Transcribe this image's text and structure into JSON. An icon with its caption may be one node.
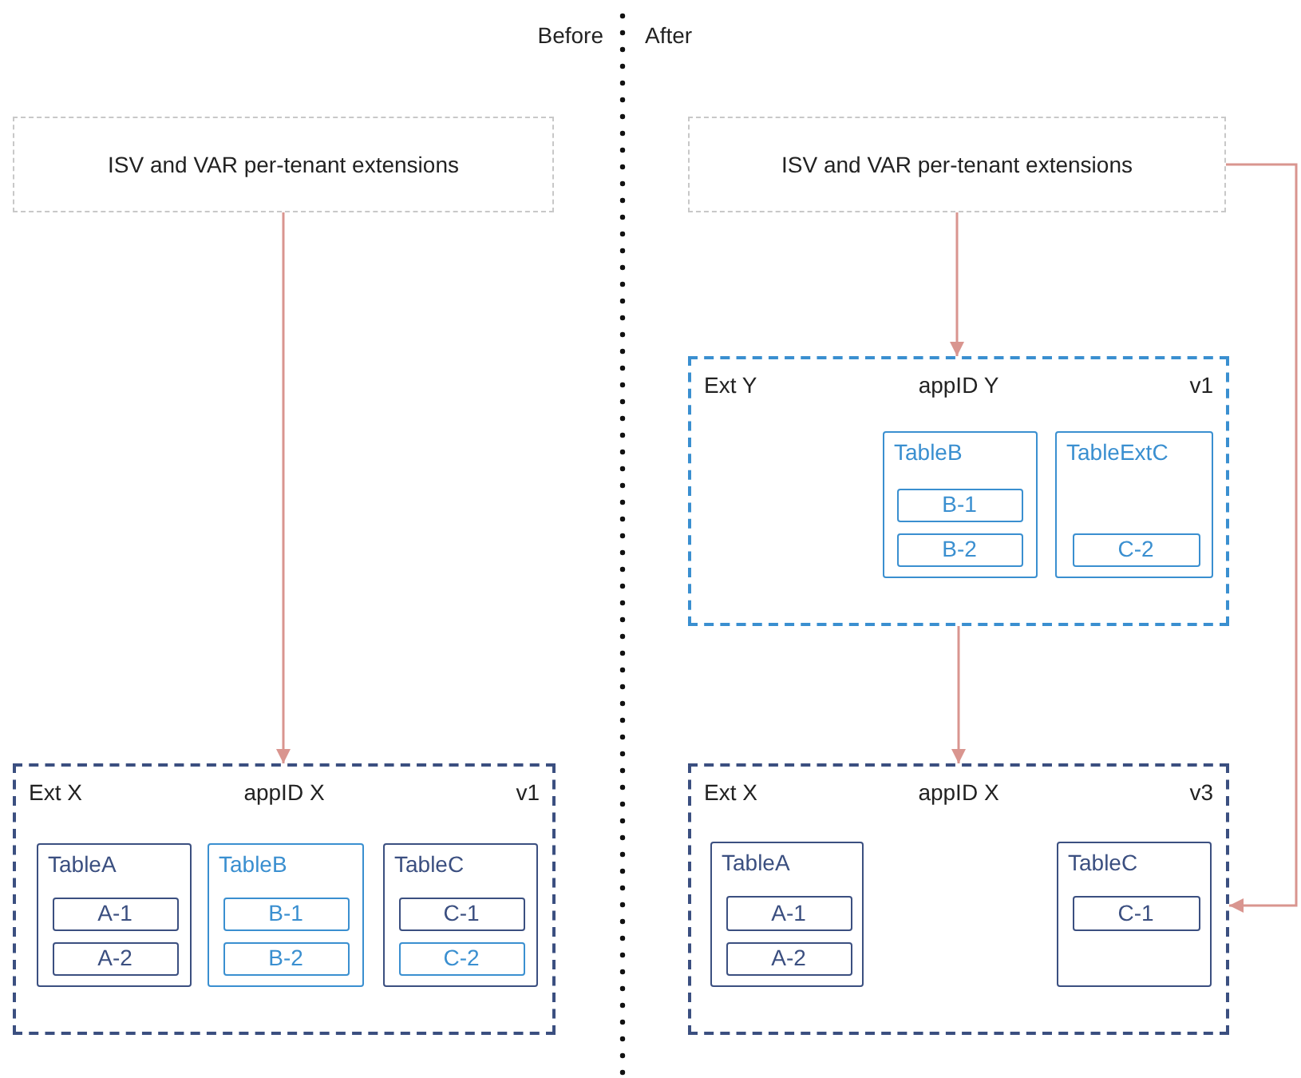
{
  "diagram": {
    "nodes": [
      {
        "text": [
          "ISV and VAR per-tenant extensions"
        ]
      },
      {
        "text": [
          "Ext X",
          "appID X",
          "v1"
        ]
      },
      {
        "text": [
          "TableA"
        ],
        "in": 1
      },
      {
        "text": [
          "A-1"
        ],
        "in": 2
      },
      {
        "text": [
          "A-2"
        ],
        "in": 2
      },
      {
        "text": [
          "TableB"
        ],
        "in": 1
      },
      {
        "text": [
          "B-1"
        ],
        "in": 5
      },
      {
        "text": [
          "B-2"
        ],
        "in": 5
      },
      {
        "text": [
          "TableC"
        ],
        "in": 1
      },
      {
        "text": [
          "C-1"
        ],
        "in": 8
      },
      {
        "text": [
          "C-2"
        ],
        "in": 8
      },
      {
        "text": [
          "ISV and VAR per-tenant extensions"
        ]
      },
      {
        "text": [
          "Ext Y",
          "appID Y",
          "v1"
        ]
      },
      {
        "text": [
          "TableB"
        ],
        "in": 12
      },
      {
        "text": [
          "B-1"
        ],
        "in": 13
      },
      {
        "text": [
          "B-2"
        ],
        "in": 13
      },
      {
        "text": [
          "TableExtC"
        ],
        "in": 12
      },
      {
        "text": [
          "C-2"
        ],
        "in": 16
      },
      {
        "text": [
          "Ext X",
          "appID X",
          "v3"
        ]
      },
      {
        "text": [
          "TableA"
        ],
        "in": 18
      },
      {
        "text": [
          "A-1"
        ],
        "in": 19
      },
      {
        "text": [
          "A-2"
        ],
        "in": 19
      },
      {
        "text": [
          "TableC"
        ],
        "in": 18
      },
      {
        "text": [
          "C-1"
        ],
        "in": 22
      }
    ],
    "edges": [
      {
        "from": 0,
        "to": 1,
        "arrow": "to"
      },
      {
        "from": 11,
        "to": 12,
        "arrow": "to"
      },
      {
        "from": 12,
        "to": 18,
        "arrow": "to"
      },
      {
        "from": 11,
        "to": 18,
        "arrow": "to"
      }
    ],
    "labels": [
      "Before",
      "After"
    ]
  }
}
